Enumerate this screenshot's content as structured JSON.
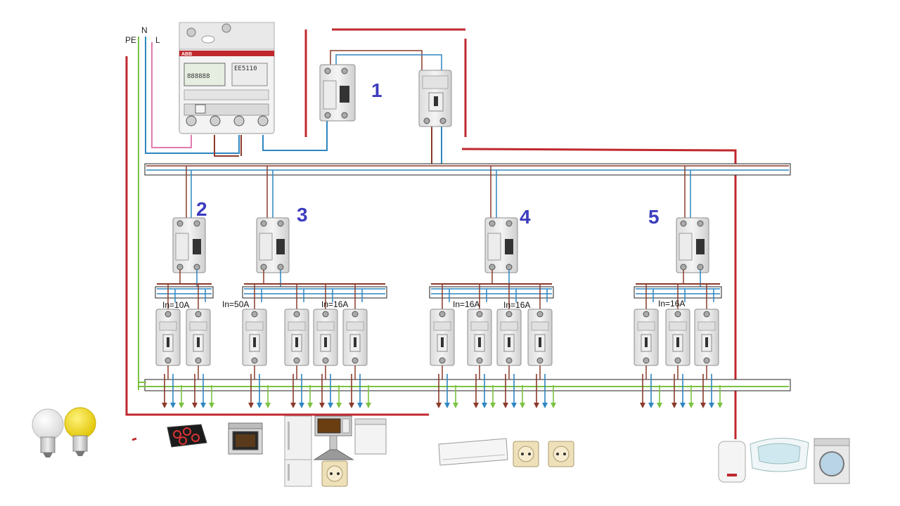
{
  "wire_labels": {
    "pe": "PE",
    "n": "N",
    "l": "L"
  },
  "meter": {
    "brand": "ABB",
    "display": "888888",
    "model": "EE5110"
  },
  "groups": [
    {
      "number": "1"
    },
    {
      "number": "2"
    },
    {
      "number": "3"
    },
    {
      "number": "4"
    },
    {
      "number": "5"
    }
  ],
  "ratings": [
    {
      "text": "In=10A"
    },
    {
      "text": "In=50A"
    },
    {
      "text": "In=16A"
    },
    {
      "text": "In=16A"
    },
    {
      "text": "In=16A"
    },
    {
      "text": "In=16A"
    }
  ],
  "appliances": [
    {
      "name": "light-bulbs"
    },
    {
      "name": "hob"
    },
    {
      "name": "oven"
    },
    {
      "name": "kitchen-appliances"
    },
    {
      "name": "air-conditioner"
    },
    {
      "name": "sockets"
    },
    {
      "name": "water-heater"
    },
    {
      "name": "bathtub"
    },
    {
      "name": "washing-machine"
    }
  ],
  "colors": {
    "phase": "#8b3a2a",
    "neutral": "#2e86c1",
    "earth": "#7cc242",
    "supply_red": "#c0282d",
    "pink": "#e07ab0",
    "group_number": "#3d3dbf"
  }
}
